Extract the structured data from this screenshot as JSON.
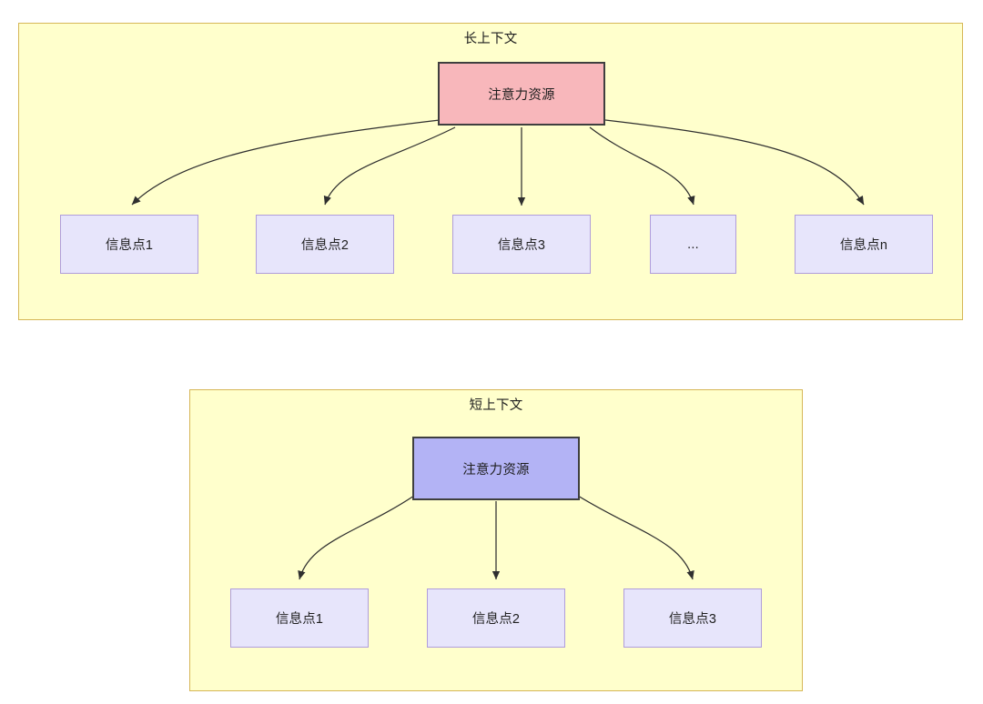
{
  "diagram": {
    "type": "two-panel attention-allocation diagram",
    "groups": [
      {
        "id": "long-context",
        "title": "长上下文",
        "root": {
          "label": "注意力资源",
          "fill": "#f8b7bb",
          "stroke": "#3f3f3f"
        },
        "leaves": [
          {
            "label": "信息点1"
          },
          {
            "label": "信息点2"
          },
          {
            "label": "信息点3"
          },
          {
            "label": "..."
          },
          {
            "label": "信息点n"
          }
        ]
      },
      {
        "id": "short-context",
        "title": "短上下文",
        "root": {
          "label": "注意力资源",
          "fill": "#b3b3f5",
          "stroke": "#3f3f3f"
        },
        "leaves": [
          {
            "label": "信息点1"
          },
          {
            "label": "信息点2"
          },
          {
            "label": "信息点3"
          }
        ]
      }
    ],
    "colors": {
      "group_fill": "#ffffcc",
      "group_stroke": "#d6b656",
      "leaf_fill": "#e7e5fb",
      "leaf_stroke": "#b09ddb",
      "edge": "#2f2f2f",
      "text": "#1f1f1f",
      "page_background": "#ffffff"
    }
  }
}
